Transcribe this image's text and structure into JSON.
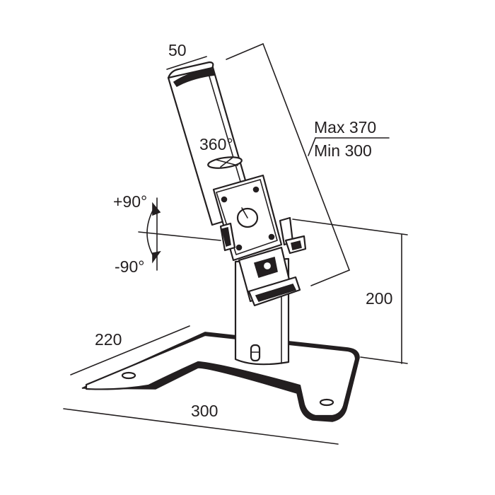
{
  "dimensions": {
    "tube_width": "50",
    "rotation": "360°",
    "length_max": "Max 370",
    "length_min": "Min 300",
    "tilt_up": "+90°",
    "tilt_down": "-90°",
    "height": "200",
    "base_depth": "220",
    "base_width": "300"
  },
  "colors": {
    "line": "#231f20",
    "background": "#ffffff"
  }
}
